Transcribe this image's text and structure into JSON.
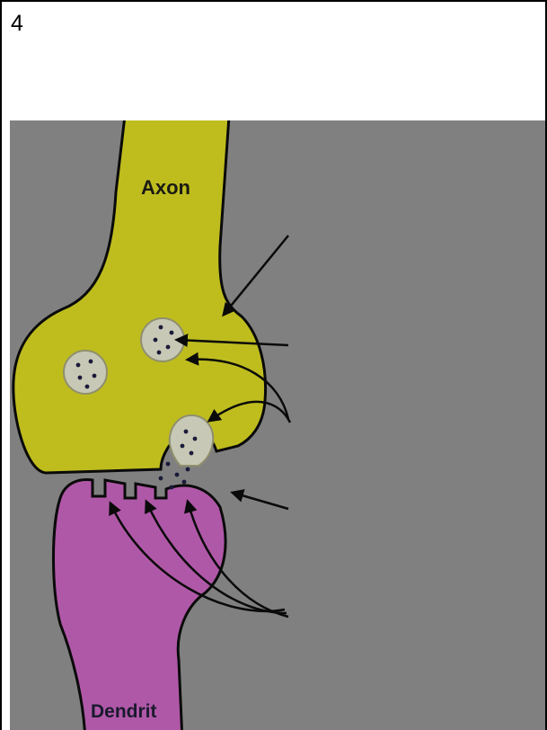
{
  "slide": {
    "number": "4"
  },
  "diagram": {
    "axon_label": "Axon",
    "dendrite_label": "Dendrit",
    "colors": {
      "background": "#808080",
      "axon": "#bfbd1e",
      "dendrite": "#b058a8",
      "vesicle": "#c8c8b6",
      "outline": "#0a0a0a"
    }
  }
}
